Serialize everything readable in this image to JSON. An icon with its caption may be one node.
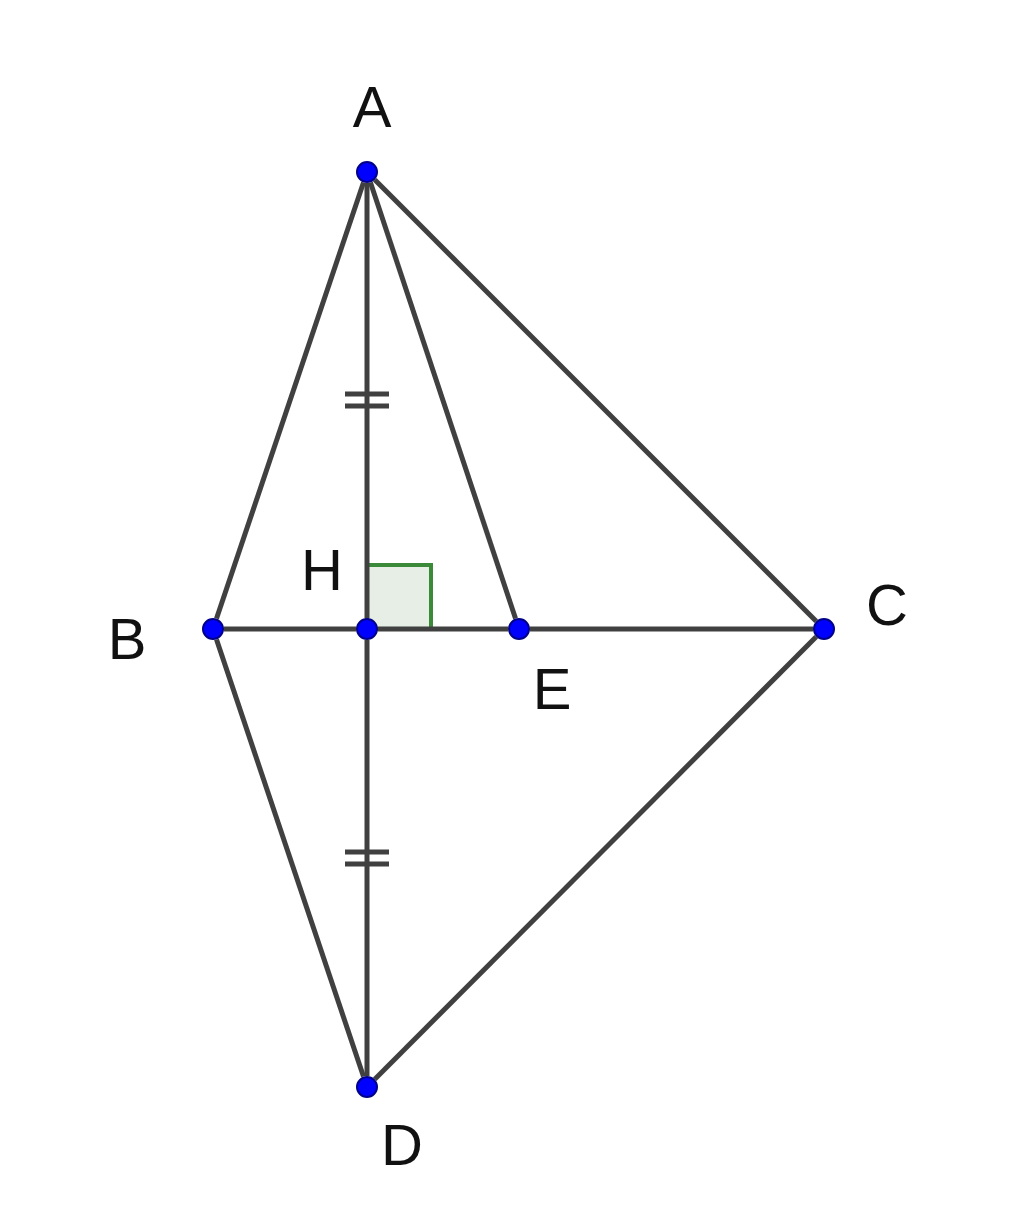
{
  "diagram": {
    "nodes": [
      {
        "text": [
          "A"
        ]
      },
      {
        "text": [
          "B"
        ]
      },
      {
        "text": [
          "H"
        ]
      },
      {
        "text": [
          "E"
        ]
      },
      {
        "text": [
          "C"
        ]
      },
      {
        "text": [
          "D"
        ]
      }
    ],
    "edges": [
      {
        "from": 0,
        "to": 1,
        "arrow": "none"
      },
      {
        "from": 0,
        "to": 2,
        "arrow": "none"
      },
      {
        "from": 0,
        "to": 3,
        "arrow": "none"
      },
      {
        "from": 0,
        "to": 4,
        "arrow": "none"
      },
      {
        "from": 1,
        "to": 2,
        "arrow": "none"
      },
      {
        "from": 2,
        "to": 3,
        "arrow": "none"
      },
      {
        "from": 3,
        "to": 4,
        "arrow": "none"
      },
      {
        "from": 1,
        "to": 5,
        "arrow": "none"
      },
      {
        "from": 2,
        "to": 5,
        "arrow": "none"
      },
      {
        "from": 4,
        "to": 5,
        "arrow": "none"
      }
    ]
  }
}
